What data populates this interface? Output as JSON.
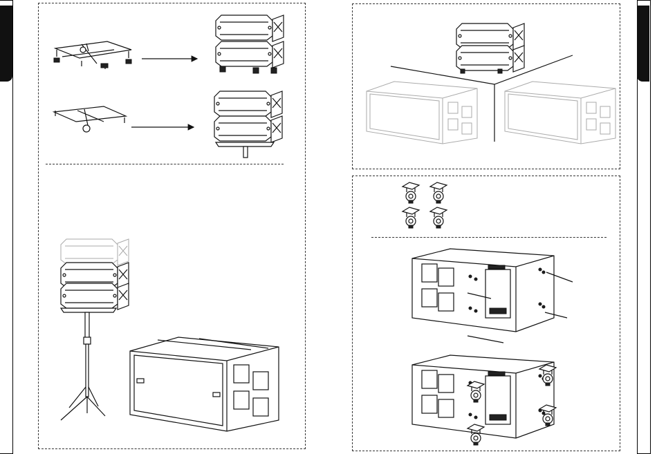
{
  "page": {
    "title": "",
    "figures": [
      {
        "id": "flying-frame-to-stack",
        "description": ""
      },
      {
        "id": "pole-mount-frame-to-stack",
        "description": ""
      },
      {
        "id": "pole-mount-with-subwoofer",
        "description": ""
      },
      {
        "id": "corner-placement",
        "description": ""
      },
      {
        "id": "caster-wheels",
        "description": ""
      },
      {
        "id": "caster-installation",
        "description": ""
      }
    ]
  },
  "colors": {
    "line": "#111111",
    "ghost": "#aaaaaa",
    "tab": "#111111"
  }
}
